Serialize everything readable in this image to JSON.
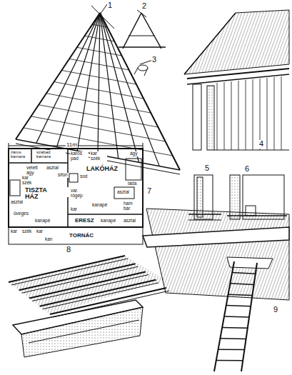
{
  "diagram": {
    "labels": [
      "1",
      "2",
      "3",
      "4",
      "11m",
      "záros kamara",
      "asztal",
      "szabad kamara",
      "karos pad",
      "kar szék",
      "ágy",
      "láda",
      "sifon",
      "vetett ágy",
      "kar szék",
      "TISZTA HÁZ",
      "LAKÓHÁZ",
      "sod",
      "var. rógép",
      "asztal",
      "kanapé",
      "asztal",
      "üveges",
      "kanapé",
      "kar",
      "ham bár",
      "ERESZ",
      "kanapé",
      "asztal",
      "kar",
      "szék",
      "kar",
      "TORNÁC",
      "kan",
      "5",
      "6",
      "7",
      "8",
      "9"
    ]
  }
}
